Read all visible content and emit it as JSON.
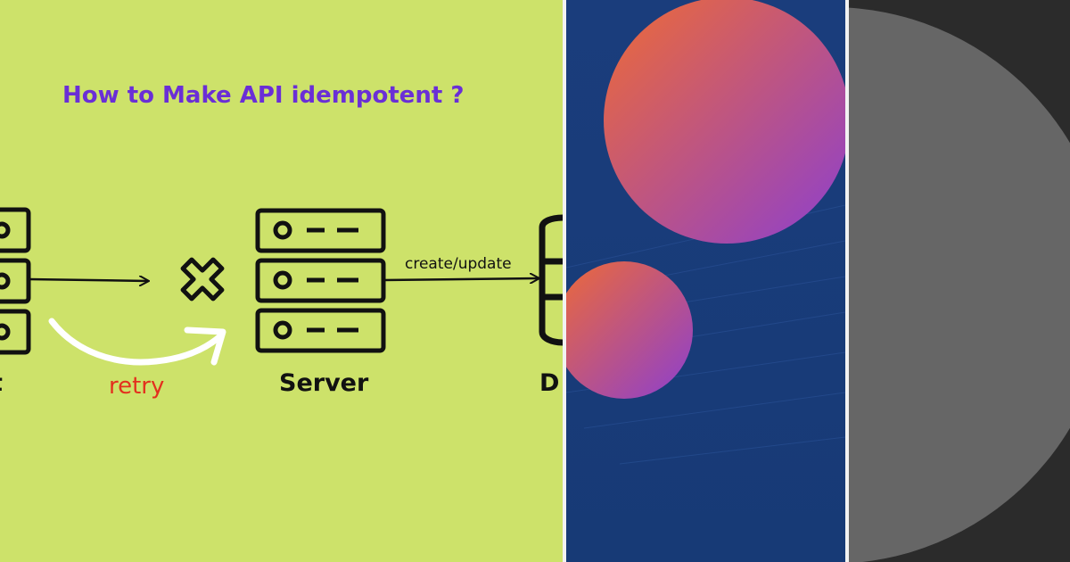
{
  "diagram": {
    "title": "How to Make API idempotent ?",
    "nodes": {
      "client_label": "t",
      "server_label": "Server",
      "db_label": "D"
    },
    "edges": {
      "retry_label": "retry",
      "server_db_label": "create/update"
    }
  },
  "colors": {
    "diagram_background": "#cde26a",
    "title": "#6a2ed6",
    "retry_text": "#e3301e",
    "blue_panel": "#1b3f7e",
    "orb_gradient_start": "#ef6b34",
    "orb_gradient_end": "#8c3fd0",
    "gray_circle": "#666666",
    "dark_background": "#2b2b2b"
  }
}
